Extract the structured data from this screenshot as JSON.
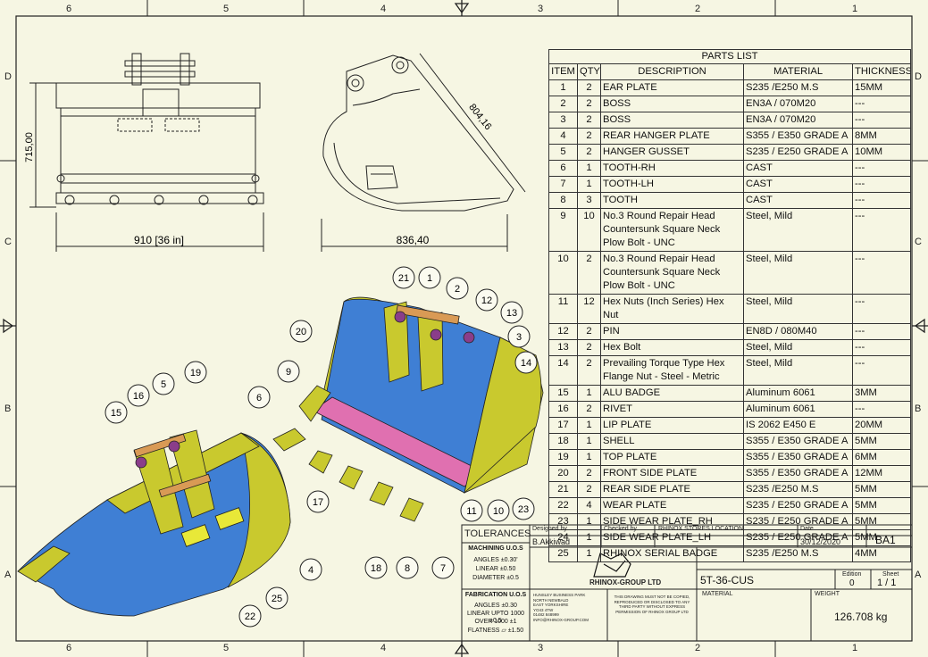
{
  "zones": {
    "top": [
      "6",
      "5",
      "4",
      "3",
      "2",
      "1"
    ],
    "rows": [
      "D",
      "C",
      "B",
      "A"
    ]
  },
  "dimensions": {
    "height": "715,00",
    "width": "910 [36 in]",
    "side_depth": "836,40",
    "diagonal": "804,16"
  },
  "balloons": [
    "21",
    "1",
    "2",
    "12",
    "13",
    "3",
    "14",
    "20",
    "9",
    "6",
    "19",
    "5",
    "16",
    "15",
    "4",
    "25",
    "22",
    "17",
    "18",
    "8",
    "7",
    "11",
    "10",
    "23"
  ],
  "parts_list": {
    "title": "PARTS LIST",
    "headers": [
      "ITEM",
      "QTY",
      "DESCRIPTION",
      "MATERIAL",
      "THICKNESS"
    ],
    "rows": [
      {
        "item": "1",
        "qty": "2",
        "desc": "EAR PLATE",
        "mat": "S235 /E250 M.S",
        "thk": "15MM"
      },
      {
        "item": "2",
        "qty": "2",
        "desc": "BOSS",
        "mat": "EN3A / 070M20",
        "thk": "---"
      },
      {
        "item": "3",
        "qty": "2",
        "desc": "BOSS",
        "mat": "EN3A / 070M20",
        "thk": "---"
      },
      {
        "item": "4",
        "qty": "2",
        "desc": "REAR HANGER PLATE",
        "mat": "S355 / E350 GRADE A",
        "thk": "8MM"
      },
      {
        "item": "5",
        "qty": "2",
        "desc": "HANGER GUSSET",
        "mat": "S235 / E250 GRADE A",
        "thk": "10MM"
      },
      {
        "item": "6",
        "qty": "1",
        "desc": "TOOTH-RH",
        "mat": "CAST",
        "thk": "---"
      },
      {
        "item": "7",
        "qty": "1",
        "desc": "TOOTH-LH",
        "mat": "CAST",
        "thk": "---"
      },
      {
        "item": "8",
        "qty": "3",
        "desc": "TOOTH",
        "mat": "CAST",
        "thk": "---"
      },
      {
        "item": "9",
        "qty": "10",
        "desc": "No.3  Round Repair Head Countersunk Square Neck Plow Bolt - UNC",
        "mat": "Steel, Mild",
        "thk": "---"
      },
      {
        "item": "10",
        "qty": "2",
        "desc": "No.3  Round Repair Head Countersunk Square Neck Plow Bolt - UNC",
        "mat": "Steel, Mild",
        "thk": "---"
      },
      {
        "item": "11",
        "qty": "12",
        "desc": "Hex Nuts (Inch Series) Hex Nut",
        "mat": "Steel, Mild",
        "thk": "---"
      },
      {
        "item": "12",
        "qty": "2",
        "desc": "PIN",
        "mat": "EN8D / 080M40",
        "thk": "---"
      },
      {
        "item": "13",
        "qty": "2",
        "desc": "Hex Bolt",
        "mat": "Steel, Mild",
        "thk": "---"
      },
      {
        "item": "14",
        "qty": "2",
        "desc": "Prevailing Torque Type Hex Flange Nut  - Steel - Metric",
        "mat": "Steel, Mild",
        "thk": "---"
      },
      {
        "item": "15",
        "qty": "1",
        "desc": "ALU BADGE",
        "mat": "Aluminum 6061",
        "thk": "3MM"
      },
      {
        "item": "16",
        "qty": "2",
        "desc": "RIVET",
        "mat": "Aluminum 6061",
        "thk": "---"
      },
      {
        "item": "17",
        "qty": "1",
        "desc": "LIP PLATE",
        "mat": "IS 2062 E450 E",
        "thk": "20MM"
      },
      {
        "item": "18",
        "qty": "1",
        "desc": "SHELL",
        "mat": "S355 / E350 GRADE A",
        "thk": "5MM"
      },
      {
        "item": "19",
        "qty": "1",
        "desc": "TOP PLATE",
        "mat": "S355 / E350 GRADE A",
        "thk": "6MM"
      },
      {
        "item": "20",
        "qty": "2",
        "desc": "FRONT SIDE PLATE",
        "mat": "S355 / E350 GRADE A",
        "thk": "12MM"
      },
      {
        "item": "21",
        "qty": "2",
        "desc": "REAR SIDE PLATE",
        "mat": "S235 /E250 M.S",
        "thk": "5MM"
      },
      {
        "item": "22",
        "qty": "4",
        "desc": "WEAR PLATE",
        "mat": "S235 / E250 GRADE A",
        "thk": "5MM"
      },
      {
        "item": "23",
        "qty": "1",
        "desc": "SIDE WEAR PLATE_RH",
        "mat": "S235 / E250 GRADE A",
        "thk": "5MM"
      },
      {
        "item": "24",
        "qty": "1",
        "desc": "SIDE WEAR PLATE_LH",
        "mat": "S235 / E250 GRADE A",
        "thk": "5MM"
      },
      {
        "item": "25",
        "qty": "1",
        "desc": "RHINOX SERIAL BADGE",
        "mat": "S235 /E250 M.S",
        "thk": "4MM"
      }
    ]
  },
  "title_block": {
    "tolerances": "TOLERANCES",
    "machining_title": "MACHINING U.O.S",
    "machining": [
      "ANGLES ±0.30'",
      "LINEAR ±0.50",
      "DIAMETER ±0.5"
    ],
    "fabrication_title": "FABRICATION U.O.S",
    "fabrication": [
      "ANGLES ±0.30",
      "LINEAR UPTO 1000 ±0.5",
      "OVER 1000 ±1",
      "FLATNESS ⏥ ±1.50"
    ],
    "designed_by_label": "Designed by",
    "designed_by": "B.Akkiwad",
    "checked_by_label": "Checked by",
    "stores": "RHINOX STORES LOCATION",
    "date_label": "Date",
    "date": "30/12/2020",
    "size": "BA1",
    "company": "RHINOX-GROUP LTD",
    "address": [
      "HUNSLEY BUSINESS PARK",
      "NORTH NEWBALD",
      "EAST YORKSHIRE",
      "YO43 4TW",
      "01482 848999",
      "INFO@RHINOX-GROUP.COM"
    ],
    "notice": [
      "THIS DRAWING MUST NOT BE COPIED,",
      "REPRODUCED OR DISCLOSED TO ANY",
      "THIRD PARTY WITHOUT EXPRESS",
      "PERMISSION OF RHINOX GROUP LTD"
    ],
    "part_no": "5T-36-CUS",
    "edition_label": "Edition",
    "edition": "0",
    "sheet_label": "Sheet",
    "sheet": "1 / 1",
    "material_label": "MATERIAL",
    "weight_label": "WEIGHT",
    "weight": "126.708 kg"
  },
  "colors": {
    "background": "#f6f6e3",
    "blue": "#3f7fd4",
    "yellow": "#c9c92e",
    "pink": "#e070b0",
    "orange": "#d99a55",
    "purple": "#8a3d8a"
  }
}
